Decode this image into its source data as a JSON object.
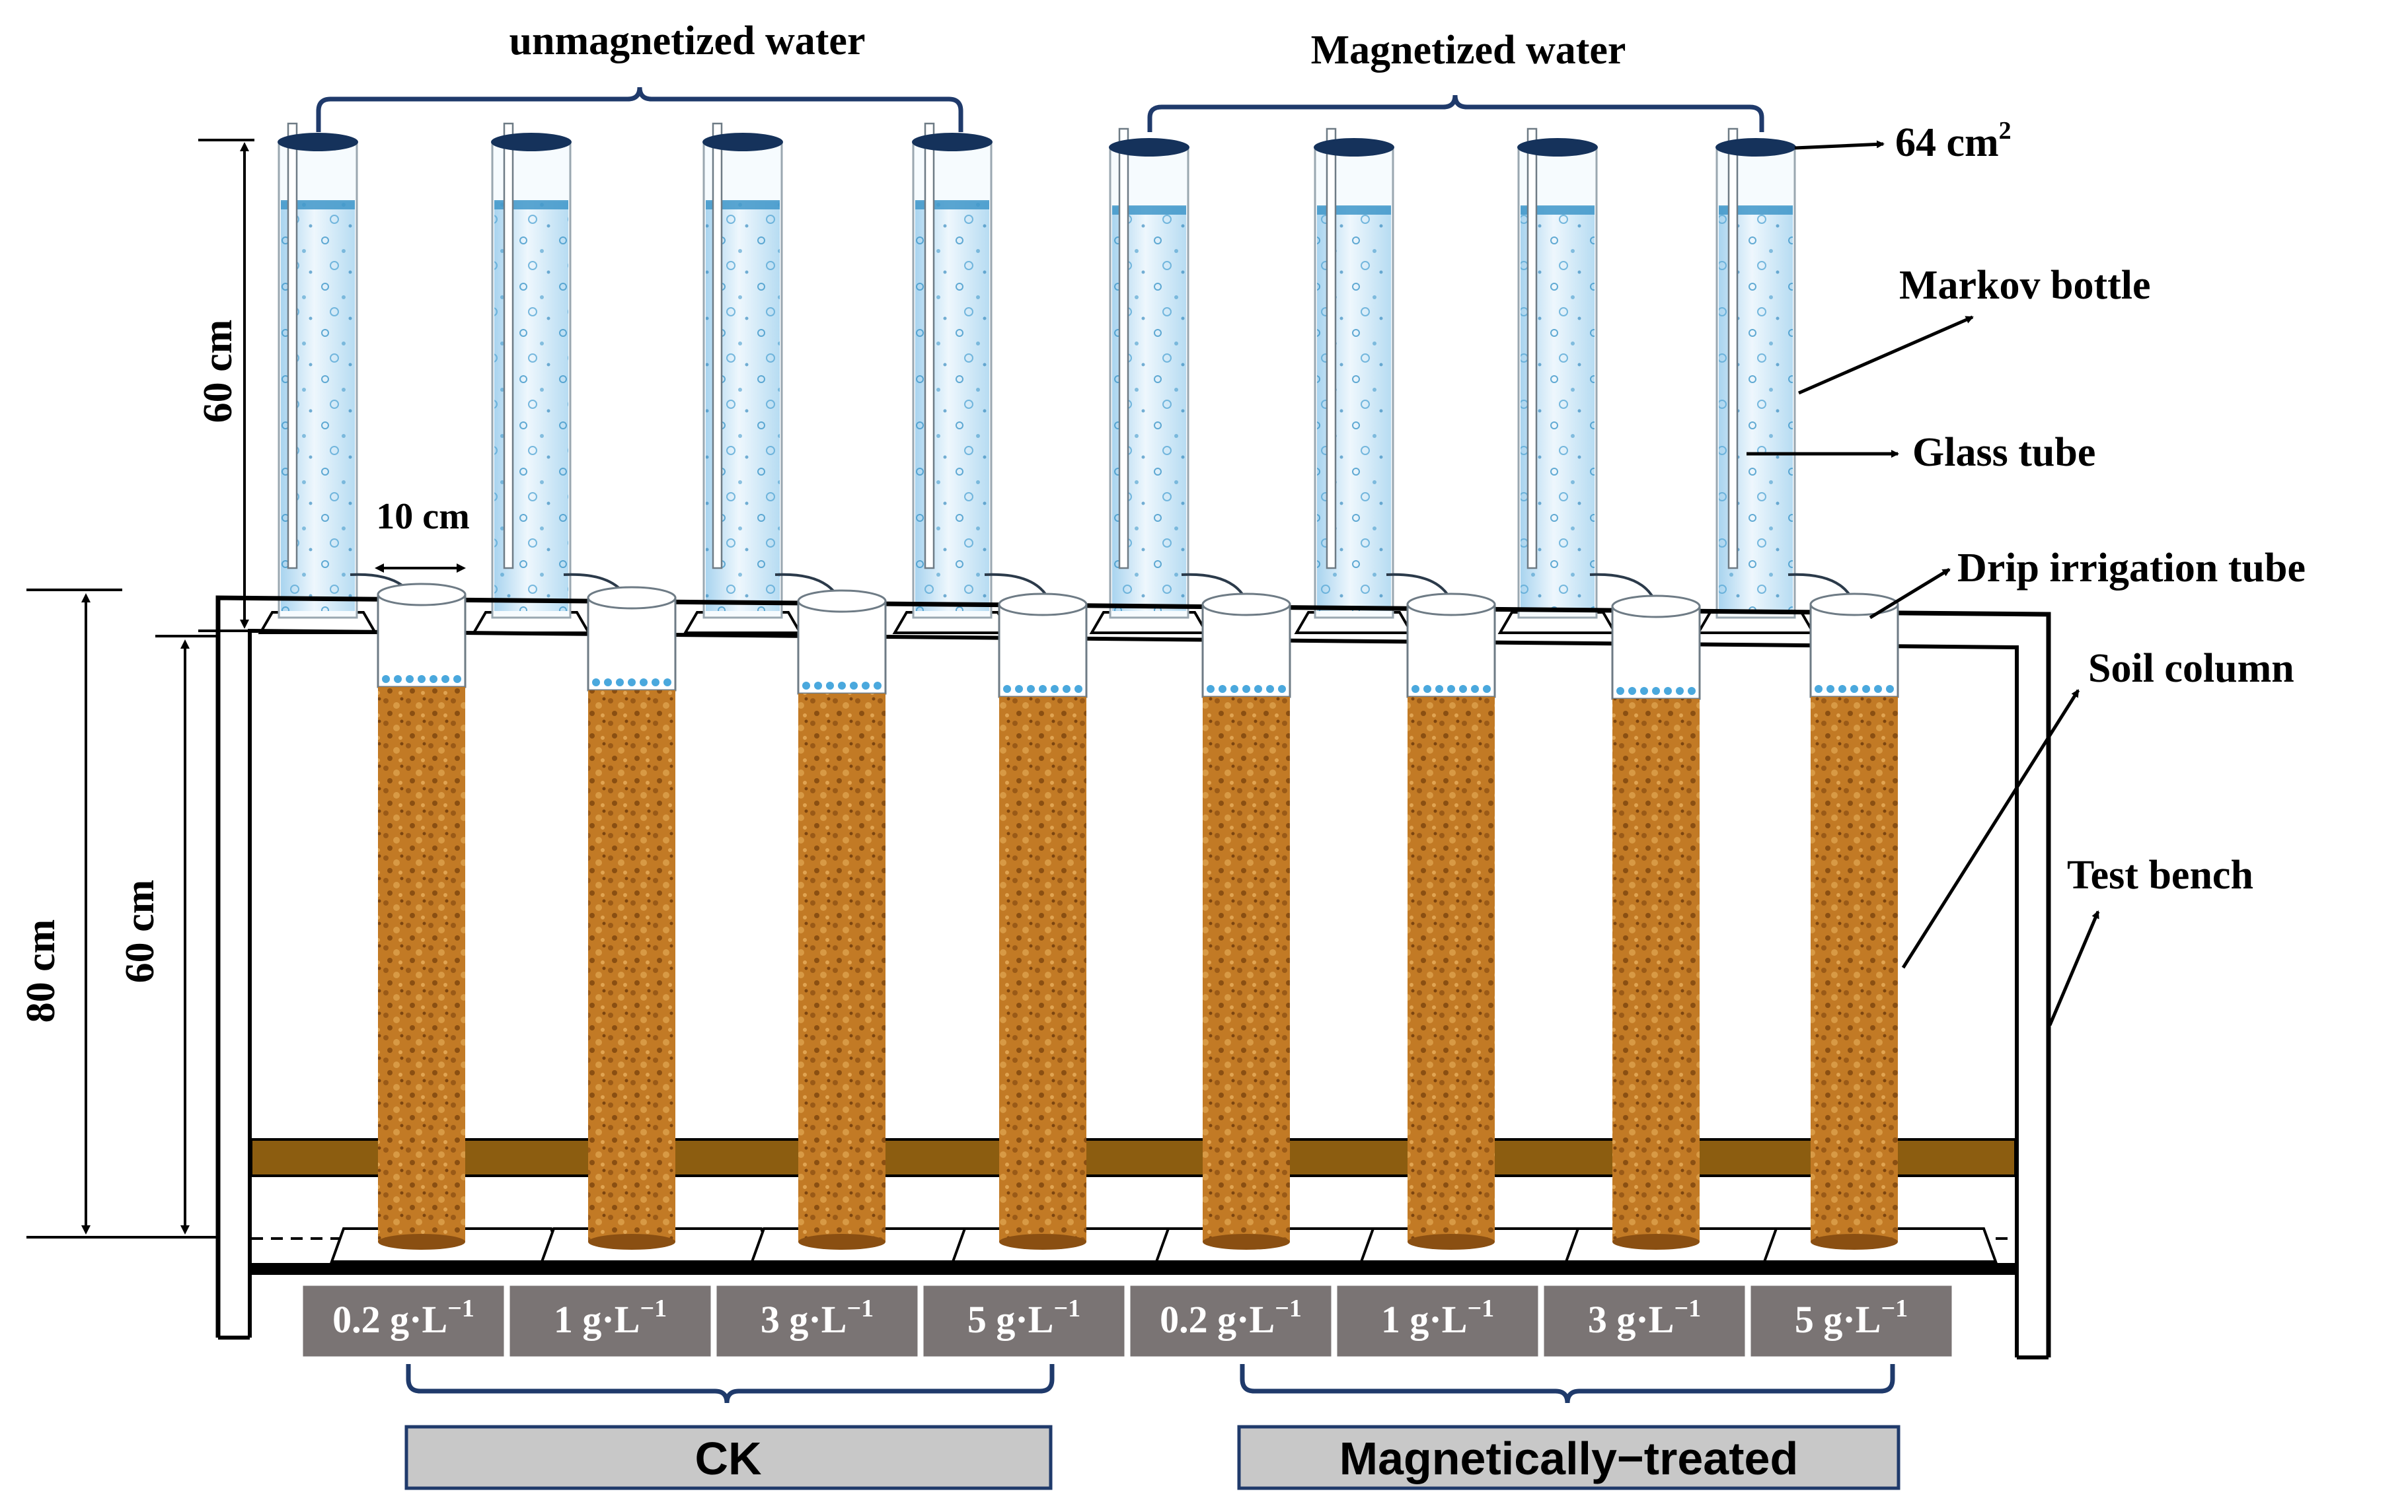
{
  "groups_top": {
    "left": "unmagnetized water",
    "right": "Magnetized water"
  },
  "callouts": {
    "area": "64 cm",
    "area_sup": "2",
    "markov": "Markov bottle",
    "glass": "Glass tube",
    "drip": "Drip irrigation tube",
    "soil": "Soil column",
    "bench": "Test bench"
  },
  "dimensions": {
    "bottle_height": "60 cm",
    "column_diameter": "10 cm",
    "bench_height": "80 cm",
    "column_height": "60 cm"
  },
  "concentrations": [
    {
      "value": "0.2 g·L",
      "exp": "−1"
    },
    {
      "value": "1 g·L",
      "exp": "−1"
    },
    {
      "value": "3 g·L",
      "exp": "−1"
    },
    {
      "value": "5 g·L",
      "exp": "−1"
    },
    {
      "value": "0.2 g·L",
      "exp": "−1"
    },
    {
      "value": "1 g·L",
      "exp": "−1"
    },
    {
      "value": "3 g·L",
      "exp": "−1"
    },
    {
      "value": "5 g·L",
      "exp": "−1"
    }
  ],
  "groups_bottom": {
    "left": "CK",
    "right": "Magnetically−treated"
  },
  "colors": {
    "soil": "#c27a25",
    "soil_dark": "#8a4f12",
    "water": "#cde7f6",
    "water_bubble": "#3f97c9",
    "bottle_cap": "#15325b",
    "brace": "#1f3a6b",
    "pad": "#7a7474",
    "group_box": "#c8c8c8",
    "shelf": "#8c5d10"
  }
}
